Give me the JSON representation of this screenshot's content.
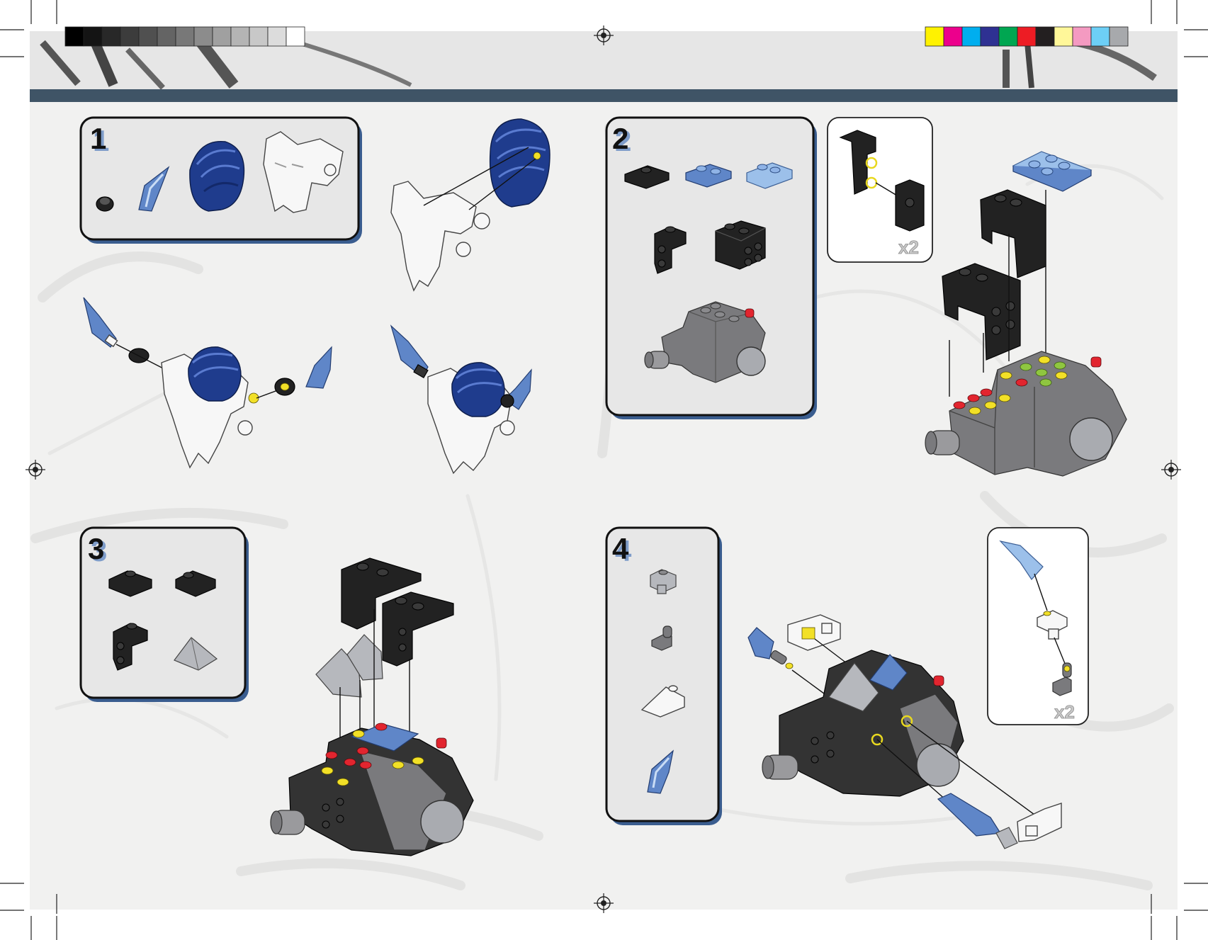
{
  "page": {
    "color_bar_grays": [
      "#000000",
      "#141414",
      "#282828",
      "#3c3c3c",
      "#505050",
      "#646464",
      "#787878",
      "#8c8c8c",
      "#a0a0a0",
      "#b4b4b4",
      "#c8c8c8",
      "#dcdcdc",
      "#ffffff"
    ],
    "color_bar_process": [
      "#fff200",
      "#ec008c",
      "#00aeef",
      "#2e3192",
      "#00a651",
      "#ed1c24",
      "#231f20",
      "#fff799",
      "#f49ac1",
      "#6dcff6",
      "#a7a9ac"
    ],
    "header_stripe_color": "#3f5466"
  },
  "steps": [
    {
      "number": "1",
      "parts": [
        "black-round-connector",
        "trans-blue-claw",
        "blue-shoulder-armor",
        "white-mask-frame"
      ]
    },
    {
      "number": "2",
      "parts": [
        "black-plate-1x2",
        "blue-plate-1x2",
        "blue-slope-plate",
        "black-bracket",
        "black-brick-2x2",
        "gray-base-assembly"
      ],
      "callout": {
        "quantity": "x2"
      }
    },
    {
      "number": "3",
      "parts": [
        "black-slope-1x2",
        "black-slope-1x2-b",
        "black-bracket",
        "gray-wedge"
      ]
    },
    {
      "number": "4",
      "parts": [
        "light-gray-clip",
        "gray-hinge",
        "white-slope",
        "trans-blue-claw"
      ],
      "callout": {
        "quantity": "x2"
      }
    }
  ],
  "colors": {
    "step_box_fill": "#e7e7e7",
    "step_box_shadow": "#3a5d8f",
    "accent_yellow": "#f2e027",
    "accent_red": "#e2252f",
    "accent_green": "#8fc640"
  }
}
